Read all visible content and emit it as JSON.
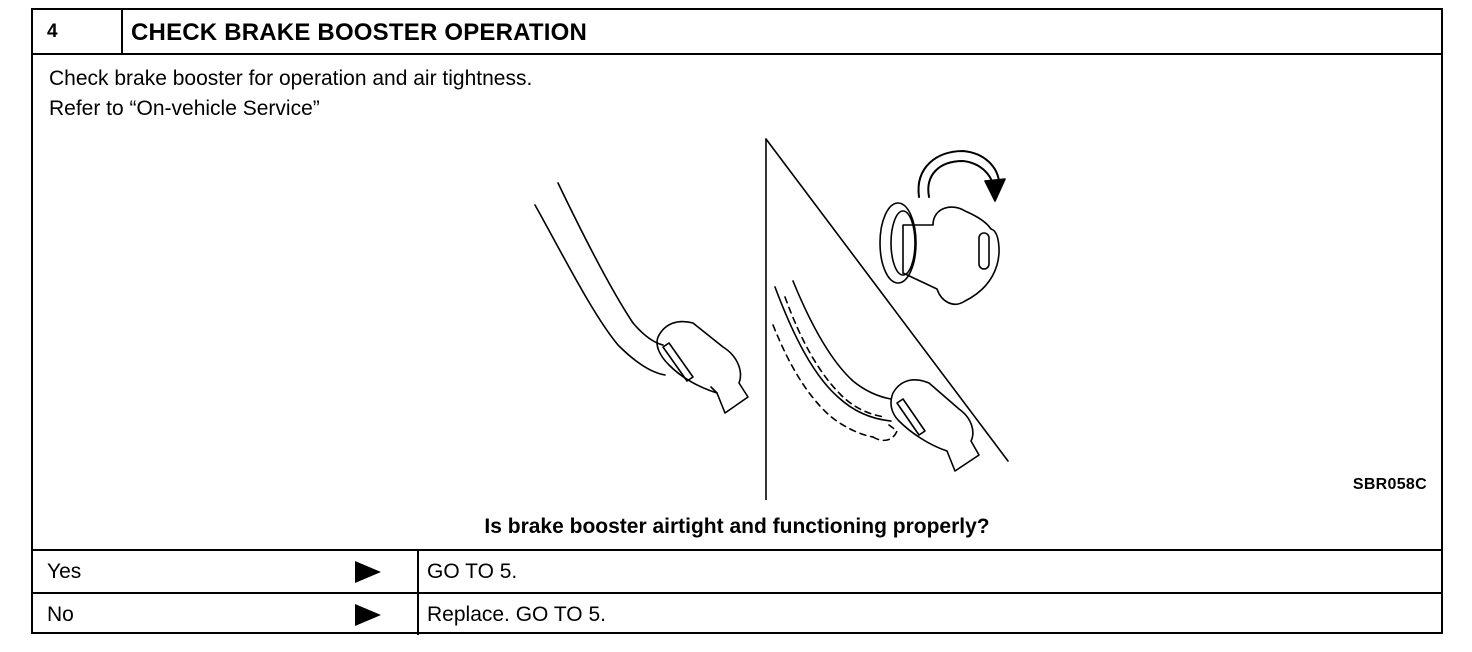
{
  "step": {
    "number": "4",
    "title": "CHECK BRAKE BOOSTER OPERATION"
  },
  "instructions": [
    "Check brake booster for operation and air tightness.",
    "Refer to “On-vehicle Service”"
  ],
  "figure": {
    "code": "SBR058C"
  },
  "question": "Is brake booster airtight and functioning properly?",
  "results": [
    {
      "answer": "Yes",
      "action": "GO TO 5."
    },
    {
      "answer": "No",
      "action": "Replace. GO TO 5."
    }
  ]
}
